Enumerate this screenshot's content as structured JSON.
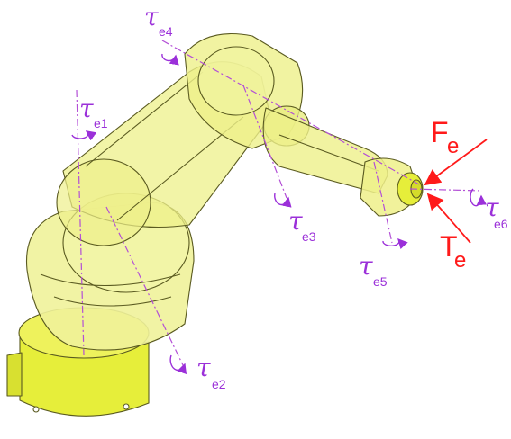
{
  "torque_labels": [
    {
      "symbol": "τ",
      "sub": "e1"
    },
    {
      "symbol": "τ",
      "sub": "e2"
    },
    {
      "symbol": "τ",
      "sub": "e3"
    },
    {
      "symbol": "τ",
      "sub": "e4"
    },
    {
      "symbol": "τ",
      "sub": "e5"
    },
    {
      "symbol": "τ",
      "sub": "e6"
    }
  ],
  "external_labels": {
    "force": {
      "symbol": "F",
      "sub": "e"
    },
    "torque": {
      "symbol": "T",
      "sub": "e"
    }
  },
  "colors": {
    "robot_fill": "#eef08a",
    "robot_solid": "#e6ee3a",
    "robot_outline": "#5a5a20",
    "axis": "#b34fd6",
    "torque_label": "#9b30d9",
    "external": "#ff1a1a"
  }
}
